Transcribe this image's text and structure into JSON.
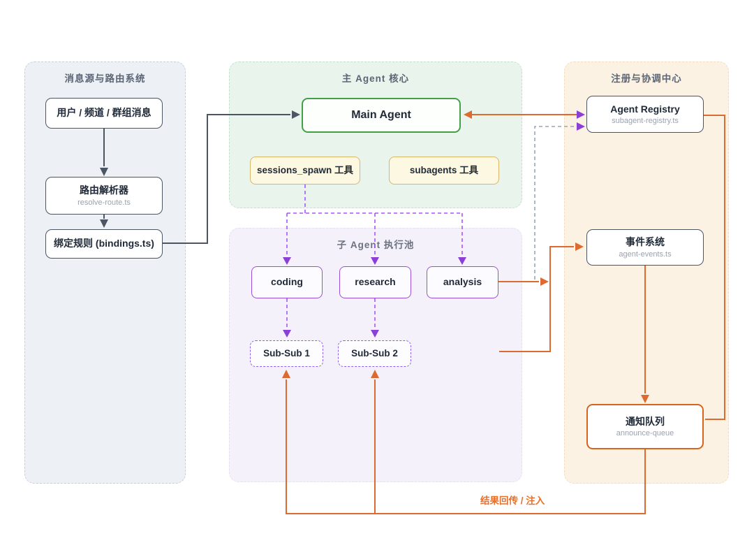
{
  "diagram": {
    "panels": {
      "source": {
        "title": "消息源与路由系统",
        "nodes": {
          "user_msg": {
            "label": "用户 / 频道 / 群组消息"
          },
          "router": {
            "label": "路由解析器",
            "sublabel": "resolve-route.ts"
          },
          "bindings": {
            "label": "绑定规则 (bindings.ts)"
          }
        }
      },
      "main": {
        "title": "主 Agent 核心",
        "nodes": {
          "main_agent": {
            "label": "Main Agent"
          },
          "spawn_tool": {
            "label": "sessions_spawn 工具"
          },
          "subagents_tool": {
            "label": "subagents 工具"
          }
        }
      },
      "pool": {
        "title": "子 Agent 执行池",
        "nodes": {
          "coding": {
            "label": "coding"
          },
          "research": {
            "label": "research"
          },
          "analysis": {
            "label": "analysis"
          },
          "subsub1": {
            "label": "Sub-Sub 1"
          },
          "subsub2": {
            "label": "Sub-Sub 2"
          }
        }
      },
      "registry": {
        "title": "注册与协调中心",
        "nodes": {
          "agent_registry": {
            "label": "Agent Registry",
            "sublabel": "subagent-registry.ts"
          },
          "event_system": {
            "label": "事件系统",
            "sublabel": "agent-events.ts"
          },
          "announce_queue": {
            "label": "通知队列",
            "sublabel": "announce-queue"
          }
        }
      }
    },
    "edge_labels": {
      "result_return": "结果回传 / 注入"
    },
    "colors": {
      "orange": "#dd6b2f",
      "orange_label": "#e8702a",
      "slate": "#4b5563",
      "violet": "#8b3fd6",
      "green_border": "#43a047",
      "gray_dashed": "#9aa6b2",
      "panel_source_bg": "#edf1f6",
      "panel_main_bg": "#e9f4ec",
      "panel_pool_bg": "#f4f1fa",
      "panel_registry_bg": "#fcf2e3",
      "tool_bg": "#fdf8e1",
      "tool_border": "#d9b566"
    }
  }
}
